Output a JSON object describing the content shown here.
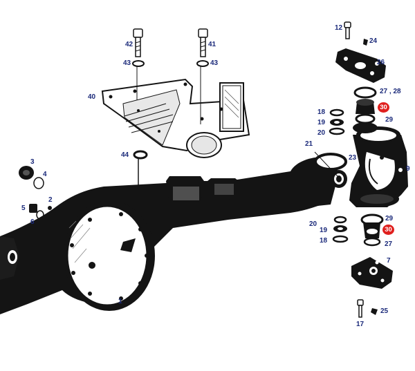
{
  "diagram": {
    "callouts": [
      {
        "key": "c1",
        "label": "1"
      },
      {
        "key": "c2",
        "label": "2"
      },
      {
        "key": "c3",
        "label": "3"
      },
      {
        "key": "c4",
        "label": "4"
      },
      {
        "key": "c5",
        "label": "5"
      },
      {
        "key": "c6",
        "label": "6"
      },
      {
        "key": "c7",
        "label": "7"
      },
      {
        "key": "c9",
        "label": "9"
      },
      {
        "key": "c12",
        "label": "12"
      },
      {
        "key": "c17",
        "label": "17"
      },
      {
        "key": "c18a",
        "label": "18"
      },
      {
        "key": "c18b",
        "label": "18"
      },
      {
        "key": "c19a",
        "label": "19"
      },
      {
        "key": "c19b",
        "label": "19"
      },
      {
        "key": "c20a",
        "label": "20"
      },
      {
        "key": "c20b",
        "label": "20"
      },
      {
        "key": "c21",
        "label": "21"
      },
      {
        "key": "c23",
        "label": "23"
      },
      {
        "key": "c24",
        "label": "24"
      },
      {
        "key": "c25",
        "label": "25"
      },
      {
        "key": "c26",
        "label": "26"
      },
      {
        "key": "c27a",
        "label": "27 , 28"
      },
      {
        "key": "c27b",
        "label": "27"
      },
      {
        "key": "c29a",
        "label": "29"
      },
      {
        "key": "c29b",
        "label": "29"
      },
      {
        "key": "c40",
        "label": "40"
      },
      {
        "key": "c41",
        "label": "41"
      },
      {
        "key": "c42",
        "label": "42"
      },
      {
        "key": "c43a",
        "label": "43"
      },
      {
        "key": "c43b",
        "label": "43"
      },
      {
        "key": "c44",
        "label": "44"
      }
    ],
    "highlighted": [
      {
        "key": "h30a",
        "label": "30"
      },
      {
        "key": "h30b",
        "label": "30"
      }
    ],
    "colors": {
      "callout": "#1b2a7a",
      "highlight": "#e0201e",
      "ink": "#111111"
    }
  }
}
